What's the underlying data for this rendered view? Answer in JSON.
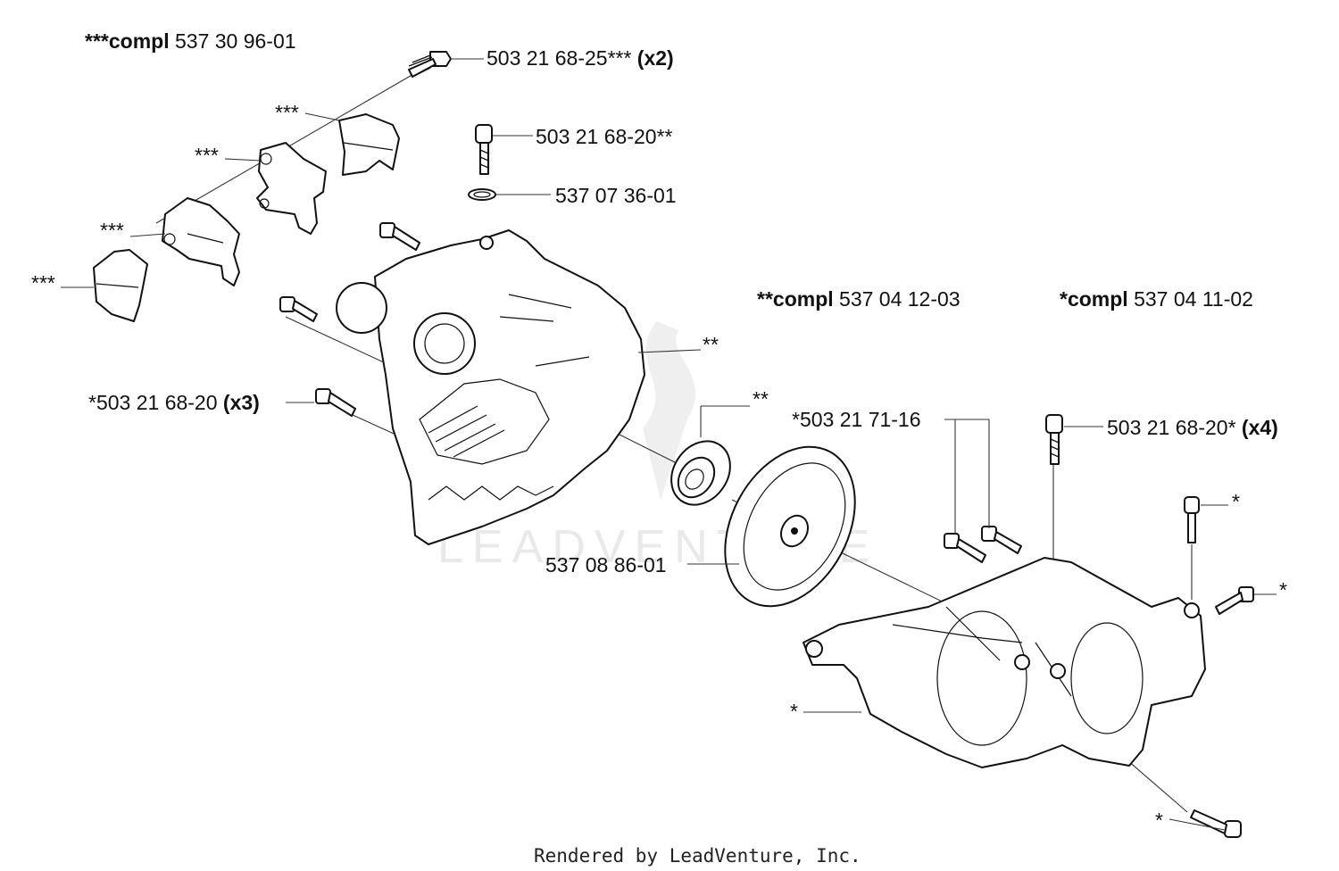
{
  "labels": {
    "compl_3star_mark": "***compl",
    "compl_3star_num": " 537 30 96-01",
    "compl_2star_mark": "**compl",
    "compl_2star_num": " 537 04 12-03",
    "compl_1star_mark": "*compl",
    "compl_1star_num": " 537 04 11-02",
    "screw_top": "503 21 68-25***",
    "screw_top_qty": " (x2)",
    "screw_center": "503 21 68-20**",
    "ring": "537 07 36-01",
    "screw_left": "*503 21 68-20",
    "screw_left_qty": " (x3)",
    "screw_pair": "*503 21 71-16",
    "screw_right": "503 21 68-20*",
    "screw_right_qty": " (x4)",
    "flywheel": "537 08 86-01",
    "star3": "***",
    "star2": "**",
    "star1": "*"
  },
  "watermark": "LEADVENTURE",
  "footer": "Rendered by LeadVenture, Inc."
}
